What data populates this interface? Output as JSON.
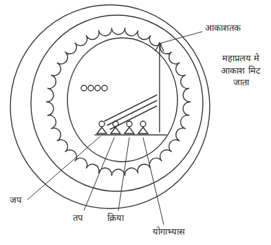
{
  "diagram": {
    "labels": [
      "आकाशतक",
      "महाप्रलय मे आकाश मिट जाता",
      "जप",
      "तप",
      "क्रिया",
      "योगाभ्यास"
    ]
  }
}
